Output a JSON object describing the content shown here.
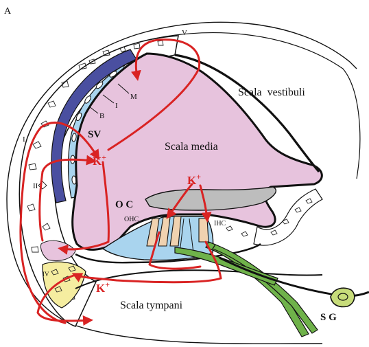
{
  "panel_letter": "A",
  "regions": {
    "scala_vestibuli": "Scala  vestibuli",
    "scala_media": "Scala media",
    "scala_tympani": "Scala tympani"
  },
  "structures": {
    "sv": "SV",
    "oc": "O C",
    "ohc": "OHC",
    "ihc": "IHC",
    "sg": "S G",
    "m": "M",
    "i_cell": "I",
    "b": "B",
    "v": "V",
    "roman_i": "I",
    "roman_ii": "II",
    "roman_iv": "IV"
  },
  "potassium": {
    "k_sv": "K",
    "k_oc": "K",
    "k_st": "K",
    "plus": "+"
  },
  "colors": {
    "endolymph": "#e7c3dd",
    "tectorial": "#bdbdbd",
    "marginal_cells": "#a9d4ee",
    "stria_band": "#4a4fa0",
    "hair_cells": "#f0d2b0",
    "support_cells": "#a9d4ee",
    "fibrocytes_iv": "#f5eda0",
    "nerve_fibers": "#6fb24a",
    "ganglion": "#c7dc7a",
    "k_path": "#d92323",
    "outline": "#111111"
  }
}
